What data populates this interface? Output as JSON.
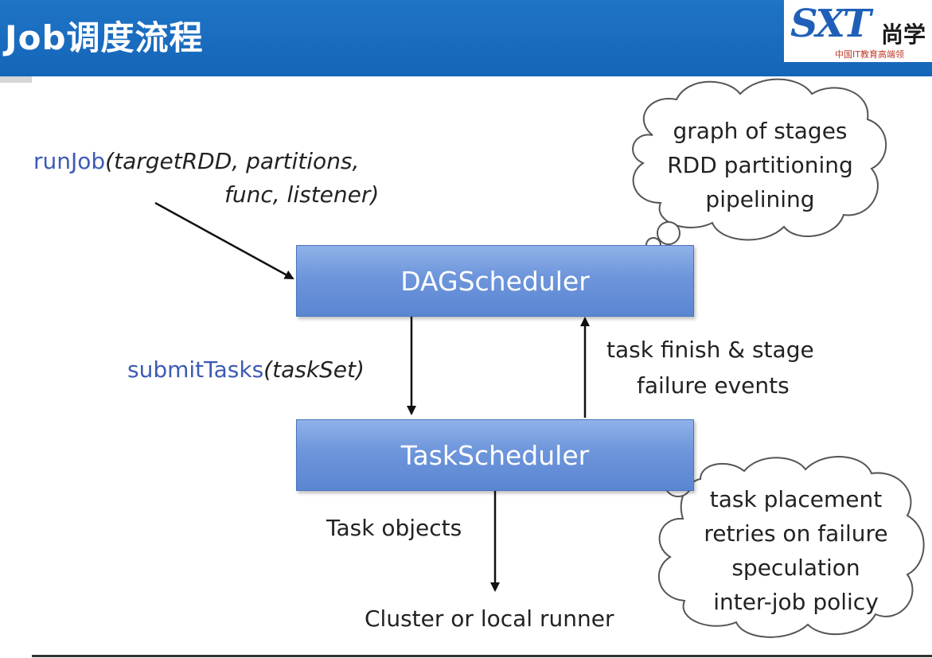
{
  "header": {
    "title": "Job调度流程",
    "logo_mark": "SXT",
    "logo_name": "尚学",
    "logo_subtitle": "中国IT教育高端领"
  },
  "diagram": {
    "run_job": {
      "func_name": "runJob",
      "args_line1": "(targetRDD, partitions,",
      "args_line2": "func, listener)"
    },
    "dag_scheduler": "DAGScheduler",
    "task_scheduler": "TaskScheduler",
    "submit_tasks": {
      "func_name": "submitTasks",
      "args": "(taskSet)"
    },
    "feedback_label": {
      "line1": "task finish & stage",
      "line2": "failure events"
    },
    "task_objects": "Task objects",
    "runner": "Cluster or local runner",
    "dag_bubble": [
      "graph of stages",
      "RDD partitioning",
      "pipelining"
    ],
    "task_bubble": [
      "task placement",
      "retries on failure",
      "speculation",
      "inter-job policy"
    ]
  }
}
